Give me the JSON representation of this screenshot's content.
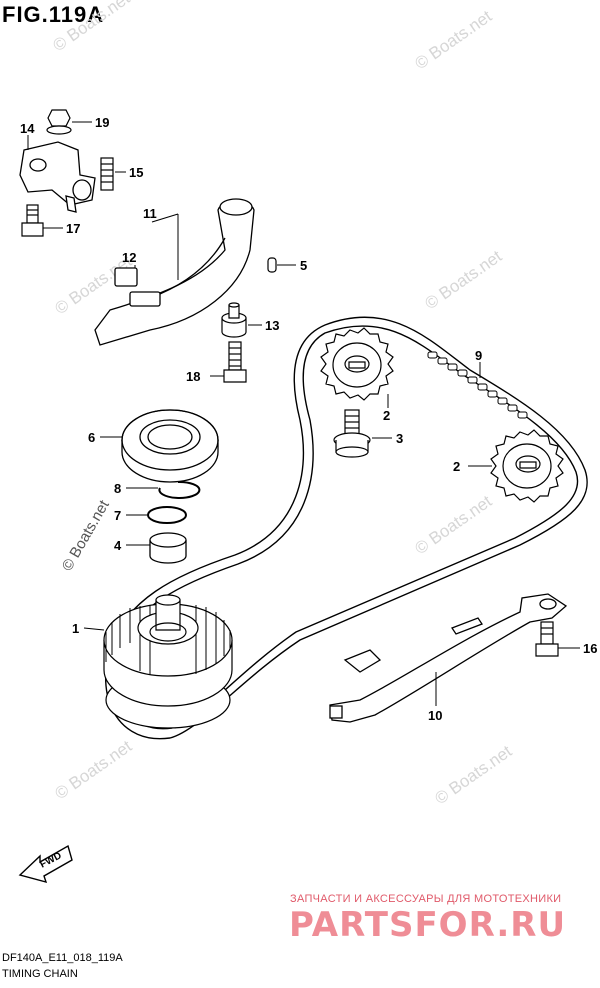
{
  "figure": {
    "title": "FIG.119A",
    "code": "DF140A_E11_018_119A",
    "name": "TIMING CHAIN"
  },
  "callouts": [
    {
      "id": "c1",
      "label": "1"
    },
    {
      "id": "c2a",
      "label": "2"
    },
    {
      "id": "c2b",
      "label": "2"
    },
    {
      "id": "c3",
      "label": "3"
    },
    {
      "id": "c4",
      "label": "4"
    },
    {
      "id": "c5",
      "label": "5"
    },
    {
      "id": "c6",
      "label": "6"
    },
    {
      "id": "c7",
      "label": "7"
    },
    {
      "id": "c8",
      "label": "8"
    },
    {
      "id": "c9",
      "label": "9"
    },
    {
      "id": "c10",
      "label": "10"
    },
    {
      "id": "c11",
      "label": "11"
    },
    {
      "id": "c12",
      "label": "12"
    },
    {
      "id": "c13",
      "label": "13"
    },
    {
      "id": "c14",
      "label": "14"
    },
    {
      "id": "c15",
      "label": "15"
    },
    {
      "id": "c16",
      "label": "16"
    },
    {
      "id": "c17",
      "label": "17"
    },
    {
      "id": "c18",
      "label": "18"
    },
    {
      "id": "c19",
      "label": "19"
    }
  ],
  "watermark": {
    "text": "© Boats.net"
  },
  "fwd_label": "FWD",
  "branding": {
    "tagline": "ЗАПЧАСТИ И АКСЕССУАРЫ ДЛЯ МОТОТЕХНИКИ",
    "site": "PARTSFOR.RU",
    "color": "#e05a6a"
  }
}
